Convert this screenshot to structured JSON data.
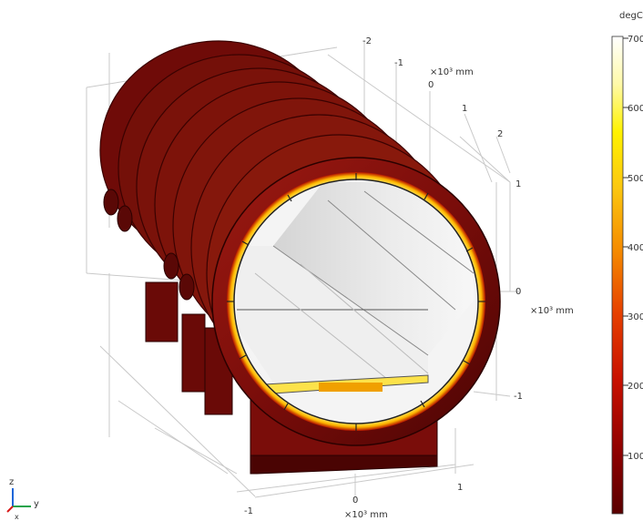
{
  "plot": {
    "colorbar": {
      "unit": "degC",
      "ticks": [
        "700",
        "600",
        "500",
        "400",
        "300",
        "200",
        "100"
      ],
      "colors": [
        "#5a0000",
        "#8b0000",
        "#c00000",
        "#e23a00",
        "#f57c00",
        "#fbbf10",
        "#fff000",
        "#fff9a0",
        "#ffffff"
      ]
    },
    "axes": {
      "top_ticks": [
        "-2",
        "-1",
        "0",
        "1",
        "2"
      ],
      "top_unit": "×10³ mm",
      "right_ticks": [
        "1",
        "0",
        "-1"
      ],
      "right_unit": "×10³ mm",
      "bottom_ticks": [
        "-1",
        "0",
        "1"
      ],
      "bottom_unit": "×10³ mm"
    },
    "triad": {
      "z": "z",
      "y": "y",
      "x": "x"
    },
    "colors": {
      "shell": "#7a0d0a",
      "shell_highlight": "#a21a14",
      "shell_shadow": "#4a0403",
      "hot_rim": "#ffd23a",
      "interior_light": "#f2f2f2",
      "interior_shade": "#cfcfcf"
    }
  }
}
